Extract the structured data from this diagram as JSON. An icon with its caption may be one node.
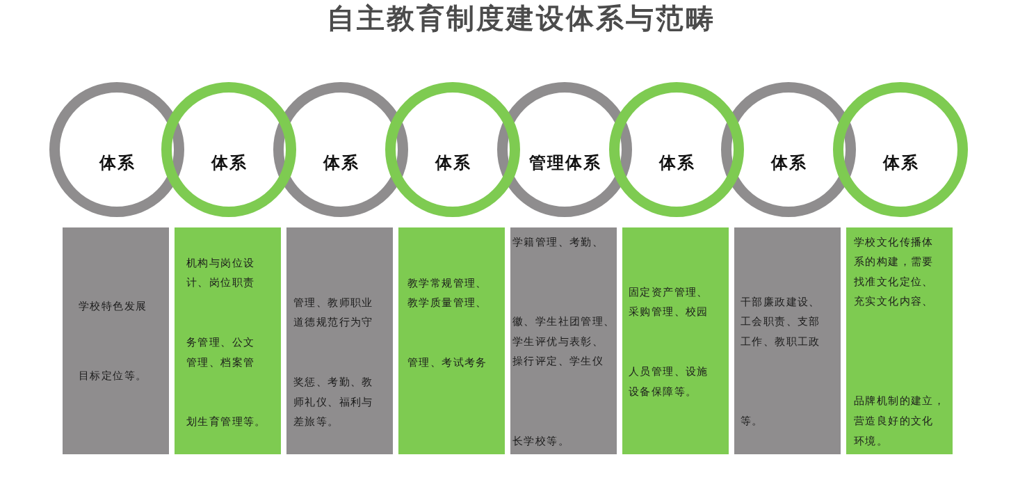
{
  "diagram": {
    "title": "自主教育制度建设体系与范畴",
    "nodes": [
      {
        "text": [
          "体系"
        ]
      },
      {
        "text": [
          "体系"
        ]
      },
      {
        "text": [
          "体系"
        ]
      },
      {
        "text": [
          "体系"
        ]
      },
      {
        "text": [
          "管理体系"
        ]
      },
      {
        "text": [
          "体系"
        ]
      },
      {
        "text": [
          "体系"
        ]
      },
      {
        "text": [
          "体系"
        ]
      },
      {
        "text": [
          "学校特色发展",
          "目标定位等。"
        ]
      },
      {
        "text": [
          "机构与岗位设计、岗位职责",
          "务管理、公文管理、档案管",
          "划生育管理等。"
        ]
      },
      {
        "text": [
          "管理、教师职业道德规范行为守",
          "奖惩、考勤、教师礼仪、福利与差旅等。"
        ]
      },
      {
        "text": [
          "教学常规管理、教学质量管理、",
          "管理、考试考务"
        ]
      },
      {
        "text": [
          "学籍管理、考勤、",
          "徽、学生社团管理、学生评优与表彰、操行评定、学生仪",
          "长学校等。"
        ]
      },
      {
        "text": [
          "固定资产管理、采购管理、校园",
          "人员管理、设施设备保障等。"
        ]
      },
      {
        "text": [
          "干部廉政建设、工会职责、支部工作、教职工政",
          "等。"
        ]
      },
      {
        "text": [
          "学校文化传播体系的构建，需要找准文化定位、充实文化内容、",
          "品牌机制的建立，营造良好的文化环境。"
        ]
      }
    ]
  }
}
